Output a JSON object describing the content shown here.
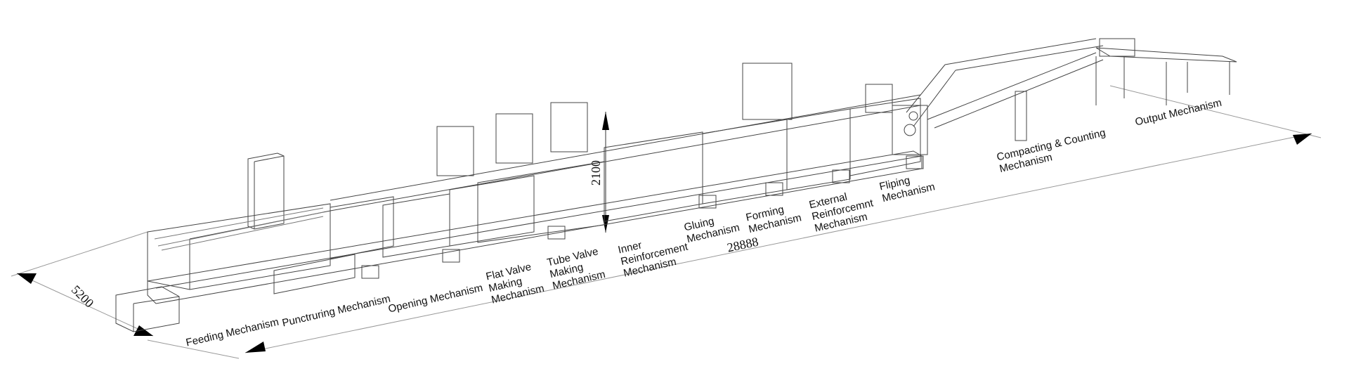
{
  "labels": {
    "feeding": "Feeding Mechanism",
    "puncturing": "Punctruring Mechanism",
    "opening": "Opening Mechanism",
    "flat_valve": "Flat Valve\nMaking\nMechanism",
    "tube_valve": "Tube Valve\nMaking\nMechanism",
    "inner_reinforcement": "Inner\nReinforcement\nMechanism",
    "gluing": "Gluing\nMechanism",
    "forming": "Forming\nMechanism",
    "external_reinforcement": "External\nReinforcemnt\nMechanism",
    "fliping": "Fliping\nMechanism",
    "compacting_counting": "Compacting & Counting\nMechanism",
    "output": "Output Mechanism"
  },
  "dimensions": {
    "length": "28888",
    "width": "5200",
    "height": "2100"
  }
}
